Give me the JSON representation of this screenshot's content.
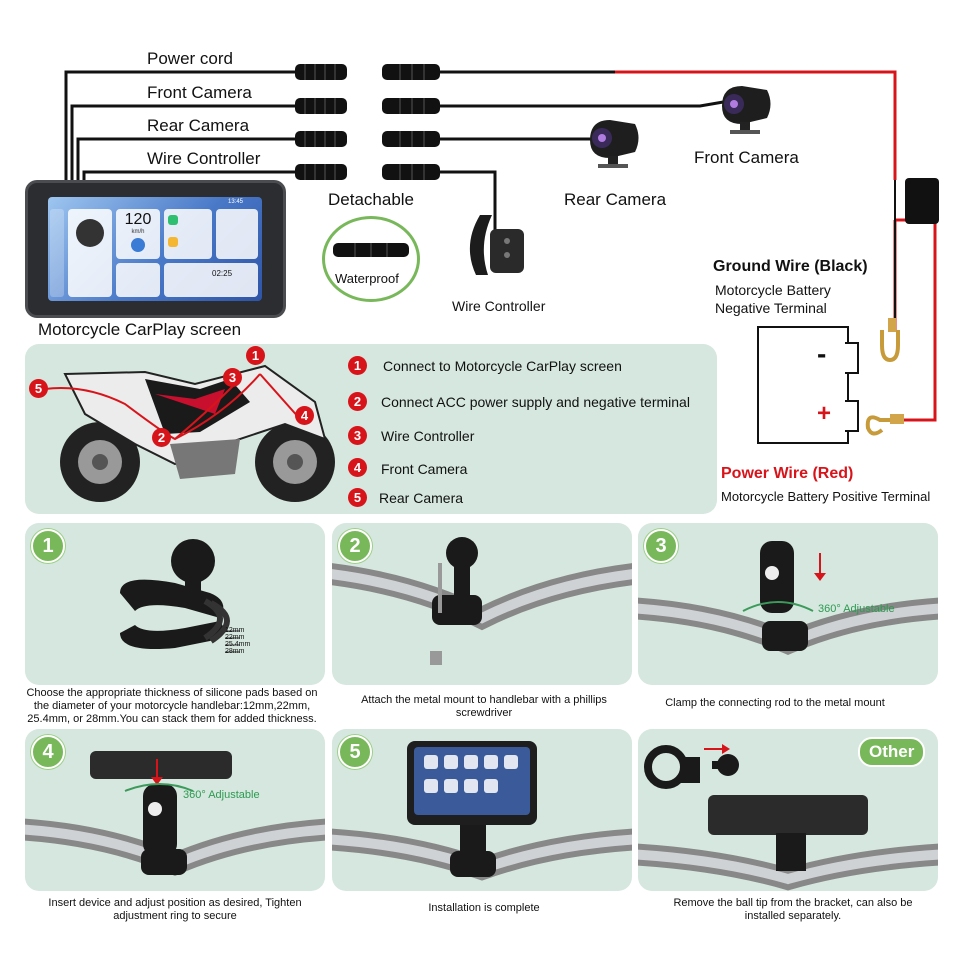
{
  "wiring": {
    "connectors": [
      {
        "label": "Power cord"
      },
      {
        "label": "Front Camera"
      },
      {
        "label": "Rear Camera"
      },
      {
        "label": "Wire Controller"
      }
    ],
    "detachable_label": "Detachable",
    "waterproof_label": "Waterproof",
    "screen_label": "Motorcycle CarPlay screen",
    "wire_controller_label": "Wire Controller",
    "rear_camera_label": "Rear Camera",
    "front_camera_label": "Front Camera"
  },
  "screen_ui": {
    "speed": "120",
    "speed_unit": "km/h",
    "time": "02:25",
    "status_time": "13:45"
  },
  "battery": {
    "ground_heading": "Ground Wire (Black)",
    "ground_line1": "Motorcycle Battery",
    "ground_line2": "Negative Terminal",
    "minus": "-",
    "plus": "+",
    "power_heading": "Power Wire (Red)",
    "power_desc": "Motorcycle Battery Positive Terminal"
  },
  "legend": [
    {
      "num": "1",
      "text": "Connect to Motorcycle CarPlay screen"
    },
    {
      "num": "2",
      "text": "Connect ACC power supply and negative terminal"
    },
    {
      "num": "3",
      "text": "Wire Controller"
    },
    {
      "num": "4",
      "text": "Front Camera"
    },
    {
      "num": "5",
      "text": "Rear Camera"
    }
  ],
  "steps": [
    {
      "num": "1",
      "caption": "Choose the appropriate thickness of silicone pads based on the diameter of your motorcycle handlebar:12mm,22mm, 25.4mm, or 28mm.You can stack them for added thickness."
    },
    {
      "num": "2",
      "caption": "Attach the metal mount to handlebar with a phillips screwdriver"
    },
    {
      "num": "3",
      "caption": "Clamp the connecting rod to the metal mount"
    },
    {
      "num": "4",
      "caption": "Insert device and adjust position as desired, Tighten adjustment ring to secure"
    },
    {
      "num": "5",
      "caption": "Installation is complete"
    },
    {
      "num": "Other",
      "caption": "Remove the ball tip from the  bracket, can also be installed separately."
    }
  ],
  "pad_sizes": [
    "12mm",
    "22mm",
    "25.4mm",
    "28mm"
  ],
  "adjustable_label": "360° Adjustable",
  "colors": {
    "panel": "#d5e7de",
    "step_green": "#78b85a",
    "wire_red": "#d8141b",
    "cable": "#111111"
  }
}
